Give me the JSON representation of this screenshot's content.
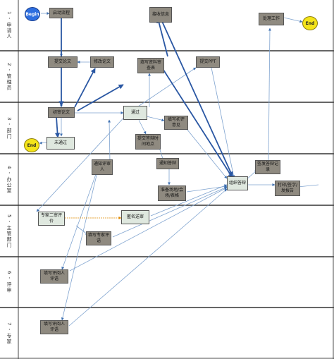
{
  "lanes": [
    {
      "label": "1 - 申请人"
    },
    {
      "label": "2 - 管理员"
    },
    {
      "label": "3 - 部门"
    },
    {
      "label": "4 - 办公室"
    },
    {
      "label": "5 - 主管部门"
    },
    {
      "label": "6 - 评审"
    },
    {
      "label": "7 - 专家"
    }
  ],
  "nodes": {
    "start": "Begin",
    "start_app": "启动流程",
    "receive_info": "接收信息",
    "handle_work": "处理工作",
    "end_top": "End",
    "submit_paper": "提交论文",
    "edit_paper": "修改论文",
    "fill_form": "填写资料审查表",
    "submit_ppt": "提交PPT",
    "review_paper": "初审论文",
    "pass_node": "通过",
    "fill_review": "填写初评意见",
    "not_pass": "未通过",
    "end_left": "End",
    "submit_defense": "提交答辩时间地点",
    "notify_review": "通知评审人",
    "notify_defense": "通知答辩",
    "issue_record": "签发答辩记录",
    "organize_defense": "组织答辩",
    "prepare_venue": "准备场地/会场/表格",
    "print_sign": "打印/签字/发报告",
    "expert_review": "专家二审评价",
    "anon_review": "匿名送审",
    "fill_expert": "填写专家评语",
    "fill_grade_a": "填写评阅人评语",
    "fill_grade_b": "填写评阅人评语"
  }
}
